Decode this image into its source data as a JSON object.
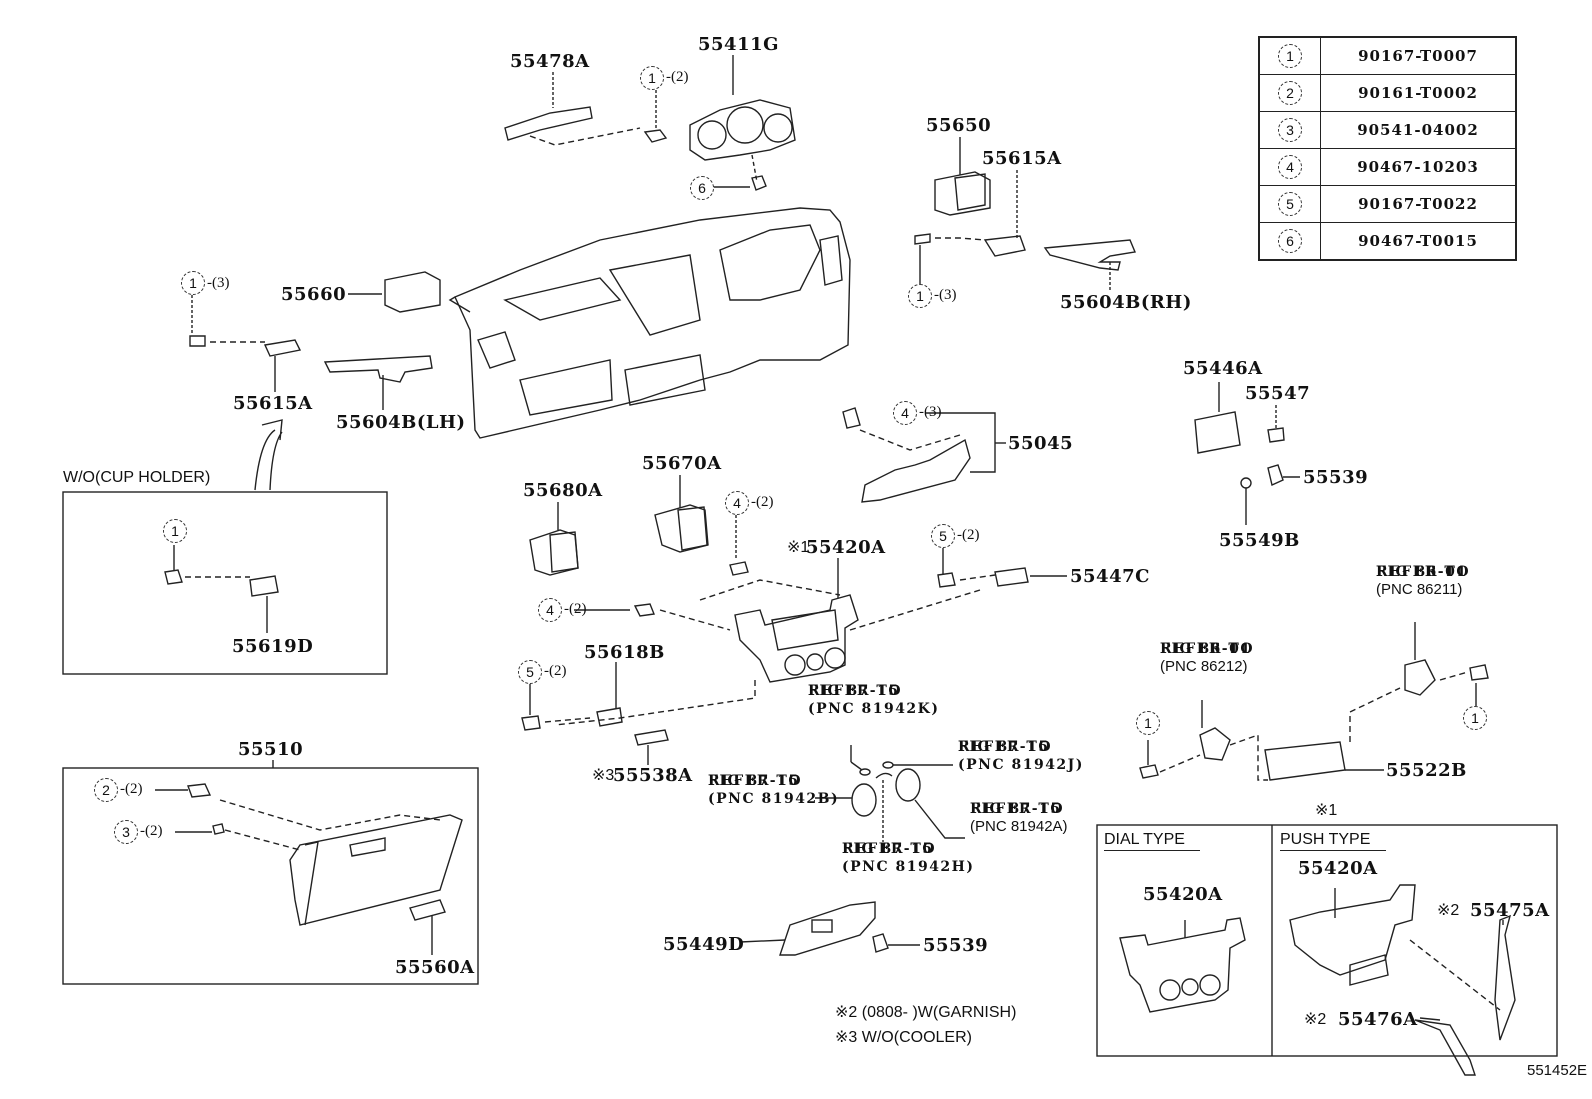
{
  "diagram": {
    "figure_id": "551452E",
    "legend": [
      {
        "key": "1",
        "part_number": "90167-T0007"
      },
      {
        "key": "2",
        "part_number": "90161-T0002"
      },
      {
        "key": "3",
        "part_number": "90541-04002"
      },
      {
        "key": "4",
        "part_number": "90467-10203"
      },
      {
        "key": "5",
        "part_number": "90167-T0022"
      },
      {
        "key": "6",
        "part_number": "90467-T0015"
      }
    ],
    "part_labels": {
      "p55478A": "55478A",
      "p55411G": "55411G",
      "p55650": "55650",
      "p55615A_rh": "55615A",
      "p55604B_rh": "55604B(RH)",
      "p55660": "55660",
      "p55615A_lh": "55615A",
      "p55604B_lh": "55604B(LH)",
      "p55619D": "55619D",
      "p55446A": "55446A",
      "p55547": "55547",
      "p55539_a": "55539",
      "p55549B": "55549B",
      "p55045": "55045",
      "p55680A": "55680A",
      "p55670A": "55670A",
      "p55420A_main": "55420A",
      "p55447C": "55447C",
      "p55618B": "55618B",
      "p55538A": "55538A",
      "p55510": "55510",
      "p55560A": "55560A",
      "p55449D": "55449D",
      "p55539_b": "55539",
      "p55522B": "55522B",
      "p55420A_dial": "55420A",
      "p55420A_push": "55420A",
      "p55475A": "55475A",
      "p55476A": "55476A"
    },
    "fastener_callouts": {
      "c1_top": {
        "key": "1",
        "qty": "-(2)"
      },
      "c6_top": {
        "key": "6",
        "qty": ""
      },
      "c1_left": {
        "key": "1",
        "qty": "-(3)"
      },
      "c1_right": {
        "key": "1",
        "qty": "-(3)"
      },
      "c1_cup": {
        "key": "1",
        "qty": ""
      },
      "c4_a": {
        "key": "4",
        "qty": "-(2)"
      },
      "c4_b": {
        "key": "4",
        "qty": "-(2)"
      },
      "c4_c": {
        "key": "4",
        "qty": "-(3)"
      },
      "c5_a": {
        "key": "5",
        "qty": "-(2)"
      },
      "c5_b": {
        "key": "5",
        "qty": "-(2)"
      },
      "c2_glove": {
        "key": "2",
        "qty": "-(2)"
      },
      "c3_glove": {
        "key": "3",
        "qty": "-(2)"
      },
      "c1_br_left": {
        "key": "1",
        "qty": ""
      },
      "c1_br_right": {
        "key": "1",
        "qty": ""
      }
    },
    "references": {
      "r81942K": {
        "line1": "REFER TO",
        "line2": "FIG 87-15",
        "line3": "(PNC 81942K)"
      },
      "r81942J": {
        "line1": "REFER TO",
        "line2": "FIG 87-15",
        "line3": "(PNC 81942J)"
      },
      "r81942B": {
        "line1": "REFER TO",
        "line2": "FIG 87-15",
        "line3": "(PNC 81942B)"
      },
      "r81942A": {
        "line1": "REFER TO",
        "line2": "FIG 87-15",
        "line3": "(PNC 81942A)"
      },
      "r81942H": {
        "line1": "REFER TO",
        "line2": "FIG 87-15",
        "line3": "(PNC 81942H)"
      },
      "r86212": {
        "line1": "REFER TO",
        "line2": "FIG 86-01",
        "line3": "(PNC 86212)"
      },
      "r86211": {
        "line1": "REFER TO",
        "line2": "FIG 86-01",
        "line3": "(PNC 86211)"
      }
    },
    "marks": {
      "m1_main": "※1",
      "m1_box": "※1",
      "m2_a": "※2",
      "m2_b": "※2",
      "m3": "※3"
    },
    "notes": {
      "cup_holder": "W/O(CUP HOLDER)",
      "note2": "※2 (0808-    )W(GARNISH)",
      "note3": "※3  W/O(COOLER)"
    },
    "variant_boxes": {
      "dial": "DIAL TYPE",
      "push": "PUSH TYPE"
    }
  }
}
